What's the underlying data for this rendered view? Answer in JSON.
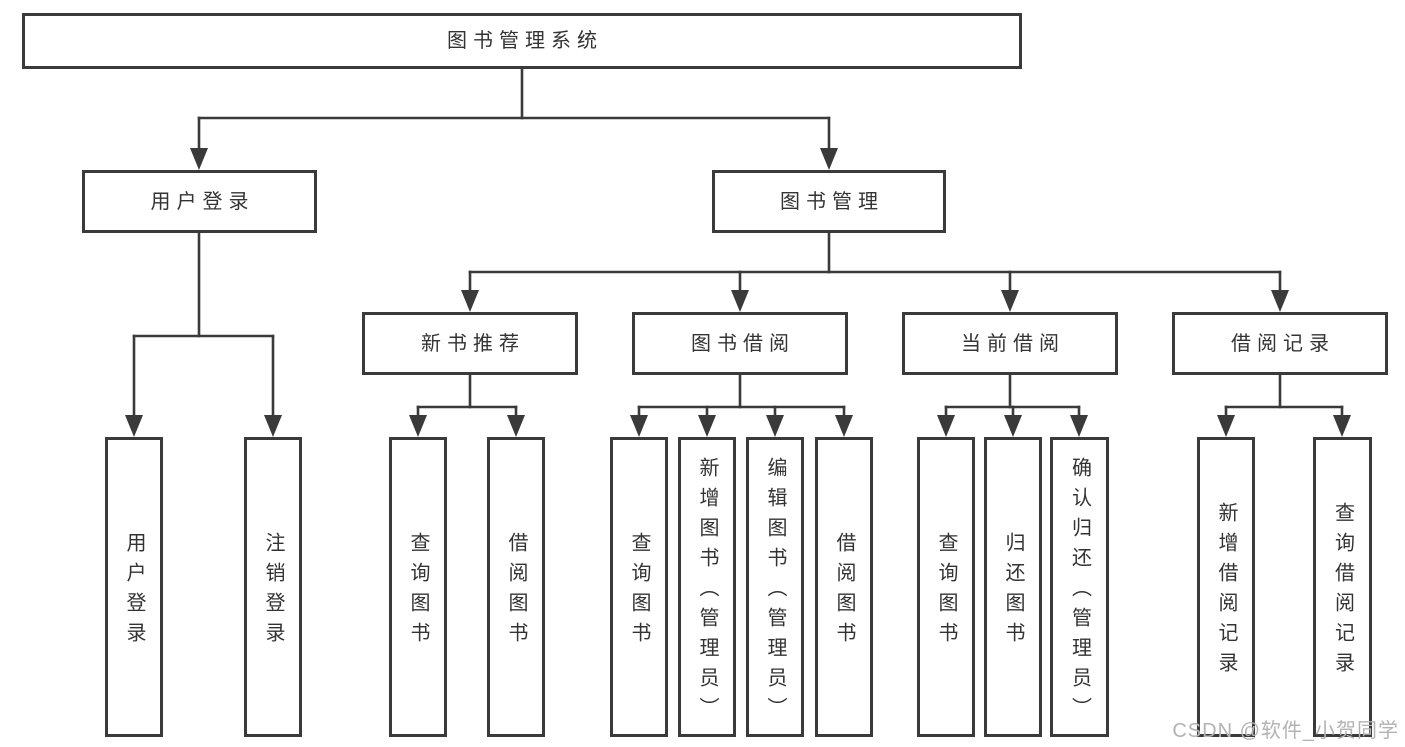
{
  "colors": {
    "border": "#3a3a3a",
    "text": "#333333",
    "background": "#ffffff",
    "watermark": "#b3b3b3"
  },
  "diagram": {
    "type": "hierarchy",
    "root": {
      "label": "图书管理系统"
    },
    "level2": [
      {
        "label": "用户登录",
        "parent": "图书管理系统"
      },
      {
        "label": "图书管理",
        "parent": "图书管理系统"
      }
    ],
    "level3": [
      {
        "label": "新书推荐",
        "parent": "图书管理"
      },
      {
        "label": "图书借阅",
        "parent": "图书管理"
      },
      {
        "label": "当前借阅",
        "parent": "图书管理"
      },
      {
        "label": "借阅记录",
        "parent": "图书管理"
      }
    ],
    "level4": [
      {
        "label": "用户登录",
        "parent": "用户登录"
      },
      {
        "label": "注销登录",
        "parent": "用户登录"
      },
      {
        "label": "查询图书",
        "parent": "新书推荐"
      },
      {
        "label": "借阅图书",
        "parent": "新书推荐"
      },
      {
        "label": "查询图书",
        "parent": "图书借阅"
      },
      {
        "label": "新增图书（管理员）",
        "parent": "图书借阅"
      },
      {
        "label": "编辑图书（管理员）",
        "parent": "图书借阅"
      },
      {
        "label": "借阅图书",
        "parent": "图书借阅"
      },
      {
        "label": "查询图书",
        "parent": "当前借阅"
      },
      {
        "label": "归还图书",
        "parent": "当前借阅"
      },
      {
        "label": "确认归还（管理员）",
        "parent": "当前借阅"
      },
      {
        "label": "新增借阅记录",
        "parent": "借阅记录"
      },
      {
        "label": "查询借阅记录",
        "parent": "借阅记录"
      }
    ]
  },
  "watermark": {
    "text": "CSDN @软件_小贺同学"
  }
}
